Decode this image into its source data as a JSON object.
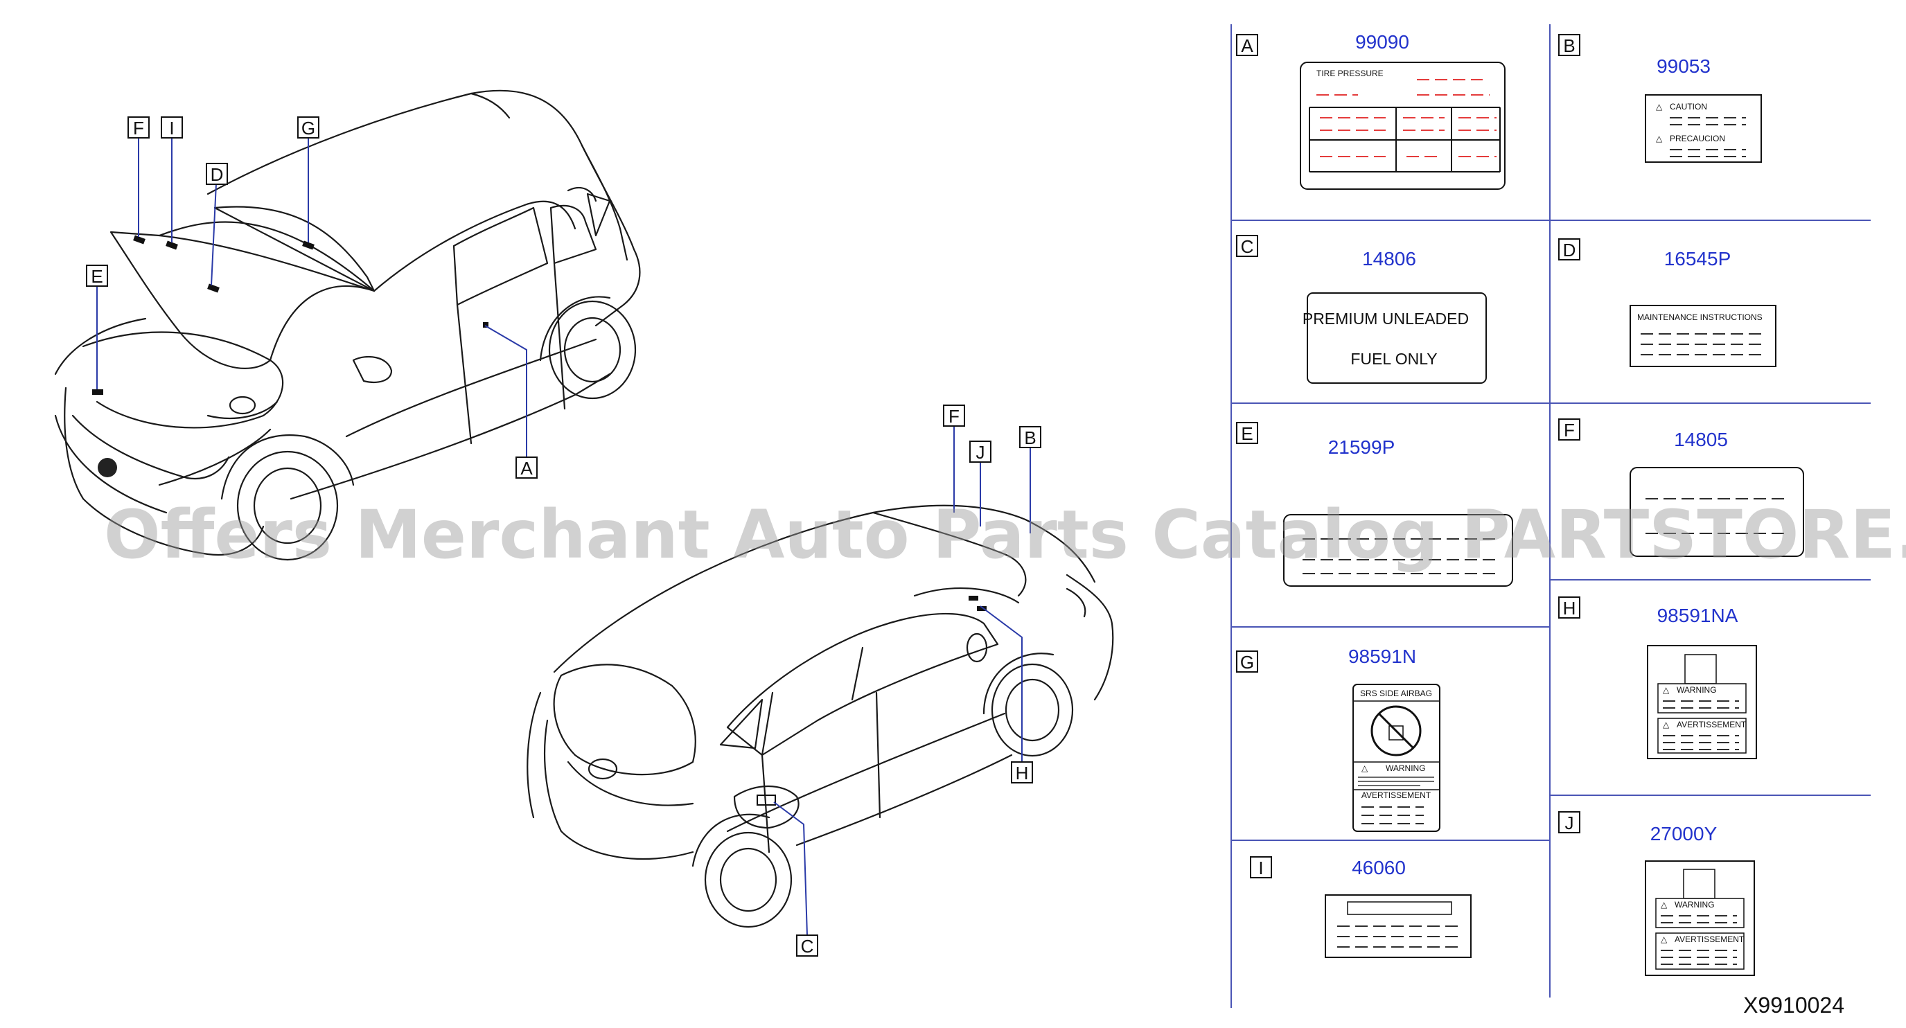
{
  "diagram_code": "X9910024",
  "watermark": "Offers Merchant Auto Parts Catalog PARTSTORE.SA",
  "car_callouts": [
    "F",
    "I",
    "G",
    "D",
    "E",
    "A",
    "F",
    "J",
    "B",
    "H",
    "C"
  ],
  "panels": {
    "A": {
      "letter": "A",
      "part": "99090",
      "title": "TIRE PRESSURE"
    },
    "B": {
      "letter": "B",
      "part": "99053",
      "caution": "CAUTION",
      "precaucion": "PRECAUCION"
    },
    "C": {
      "letter": "C",
      "part": "14806",
      "line1": "PREMIUM UNLEADED",
      "line2": "FUEL ONLY"
    },
    "D": {
      "letter": "D",
      "part": "16545P",
      "header": "MAINTENANCE INSTRUCTIONS"
    },
    "E": {
      "letter": "E",
      "part": "21599P"
    },
    "F": {
      "letter": "F",
      "part": "14805"
    },
    "G": {
      "letter": "G",
      "part": "98591N",
      "header": "SRS SIDE AIRBAG",
      "warning": "WARNING",
      "avert": "AVERTISSEMENT"
    },
    "H": {
      "letter": "H",
      "part": "98591NA",
      "warning": "WARNING",
      "avert": "AVERTISSEMENT"
    },
    "I": {
      "letter": "I",
      "part": "46060"
    },
    "J": {
      "letter": "J",
      "part": "27000Y",
      "warning": "WARNING",
      "avert": "AVERTISSEMENT"
    }
  }
}
